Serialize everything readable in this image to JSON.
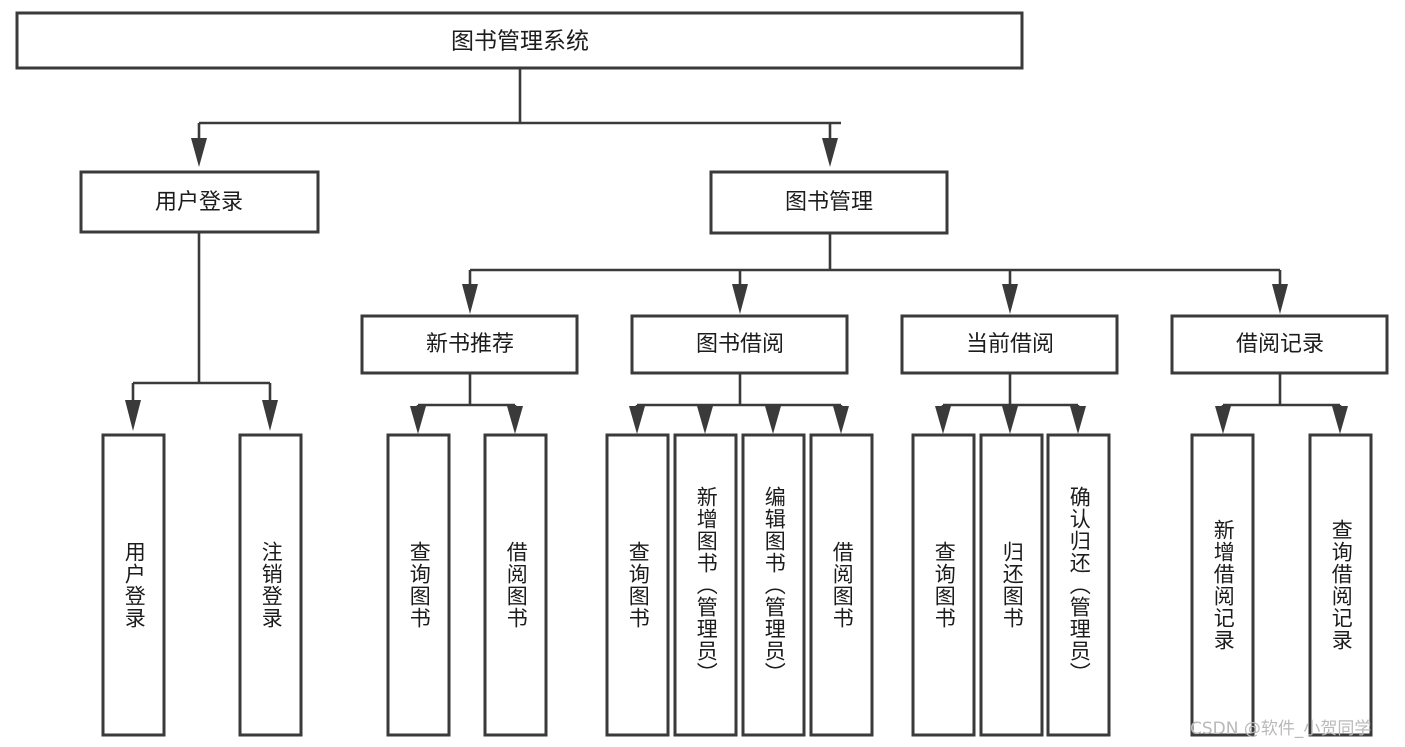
{
  "diagram": {
    "title_node": {
      "label": "图书管理系统"
    },
    "level1": [
      {
        "id": "user-login",
        "label": "用户登录"
      },
      {
        "id": "book-management",
        "label": "图书管理"
      }
    ],
    "level2": [
      {
        "id": "new-book-recommend",
        "label": "新书推荐"
      },
      {
        "id": "book-borrow",
        "label": "图书借阅"
      },
      {
        "id": "current-borrow",
        "label": "当前借阅"
      },
      {
        "id": "borrow-record",
        "label": "借阅记录"
      }
    ],
    "leaves": [
      {
        "id": "leaf-user-login",
        "label": "用户登录"
      },
      {
        "id": "leaf-logout-login",
        "label": "注销登录"
      },
      {
        "id": "leaf-query-book-1",
        "label": "查询图书"
      },
      {
        "id": "leaf-borrow-book-1",
        "label": "借阅图书"
      },
      {
        "id": "leaf-query-book-2",
        "label": "查询图书"
      },
      {
        "id": "leaf-add-book",
        "label": "新增图书（管理员）"
      },
      {
        "id": "leaf-edit-book",
        "label": "编辑图书（管理员）"
      },
      {
        "id": "leaf-borrow-book-2",
        "label": "借阅图书"
      },
      {
        "id": "leaf-query-book-3",
        "label": "查询图书"
      },
      {
        "id": "leaf-return-book",
        "label": "归还图书"
      },
      {
        "id": "leaf-confirm-return",
        "label": "确认归还（管理员）"
      },
      {
        "id": "leaf-add-borrow-record",
        "label": "新增借阅记录"
      },
      {
        "id": "leaf-query-borrow-record",
        "label": "查询借阅记录"
      }
    ]
  },
  "watermark": {
    "text": "CSDN @软件_小贺同学"
  },
  "colors": {
    "stroke": "#3a3a3a",
    "text": "#1c1c1c",
    "background": "#ffffff",
    "watermark": "#b9b9b9"
  }
}
